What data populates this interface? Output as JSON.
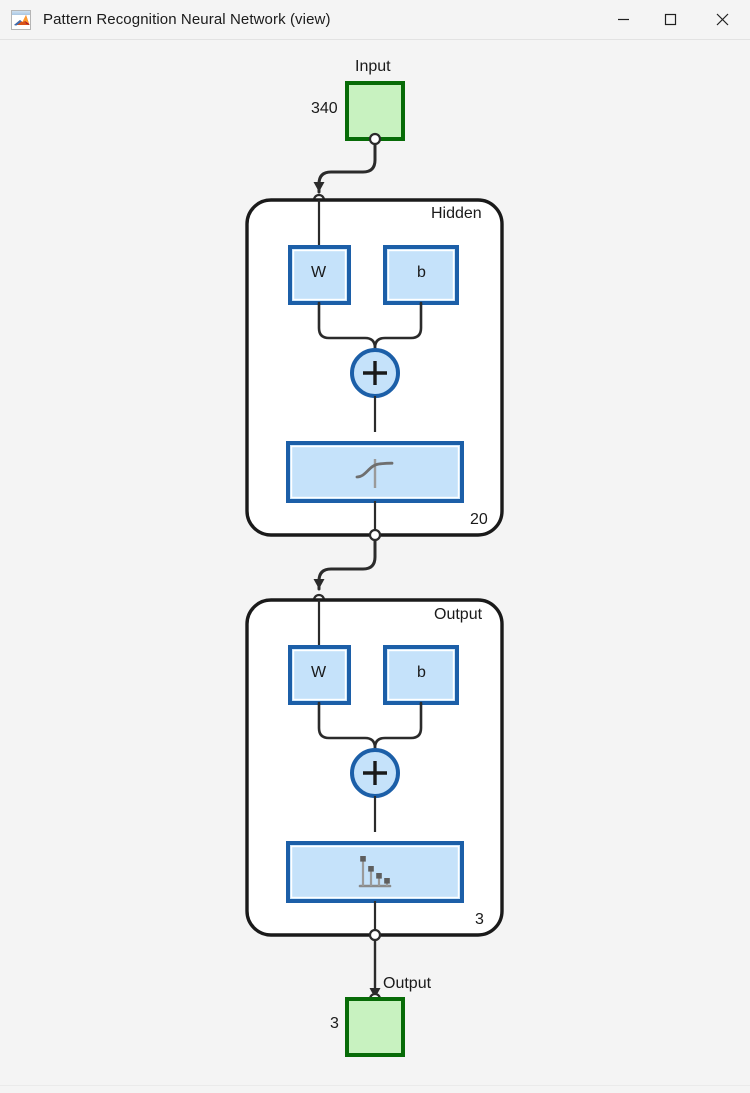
{
  "window": {
    "title": "Pattern Recognition Neural Network (view)",
    "icon": "matlab-icon",
    "controls": {
      "minimize": "—",
      "maximize": "☐",
      "close": "✕"
    }
  },
  "diagram": {
    "type": "neural-network-architecture",
    "input_block": {
      "label": "Input",
      "size": "340",
      "fill": "#c8f2c0",
      "stroke": "#076b07"
    },
    "output_block": {
      "label": "Output",
      "size": "3",
      "fill": "#c8f2c0",
      "stroke": "#076b07"
    },
    "layers": [
      {
        "name": "Hidden",
        "size": "20",
        "weight_label": "W",
        "bias_label": "b",
        "sum_label": "+",
        "transfer_icon": "tansig-sigmoid-icon"
      },
      {
        "name": "Output",
        "size": "3",
        "weight_label": "W",
        "bias_label": "b",
        "sum_label": "+",
        "transfer_icon": "softmax-bars-icon"
      }
    ],
    "colors": {
      "block_fill": "#c5e2fa",
      "block_stroke": "#1c5fa8",
      "layer_stroke": "#1a1a1a",
      "wire": "#2b2b2b",
      "canvas": "#f4f4f4"
    }
  }
}
